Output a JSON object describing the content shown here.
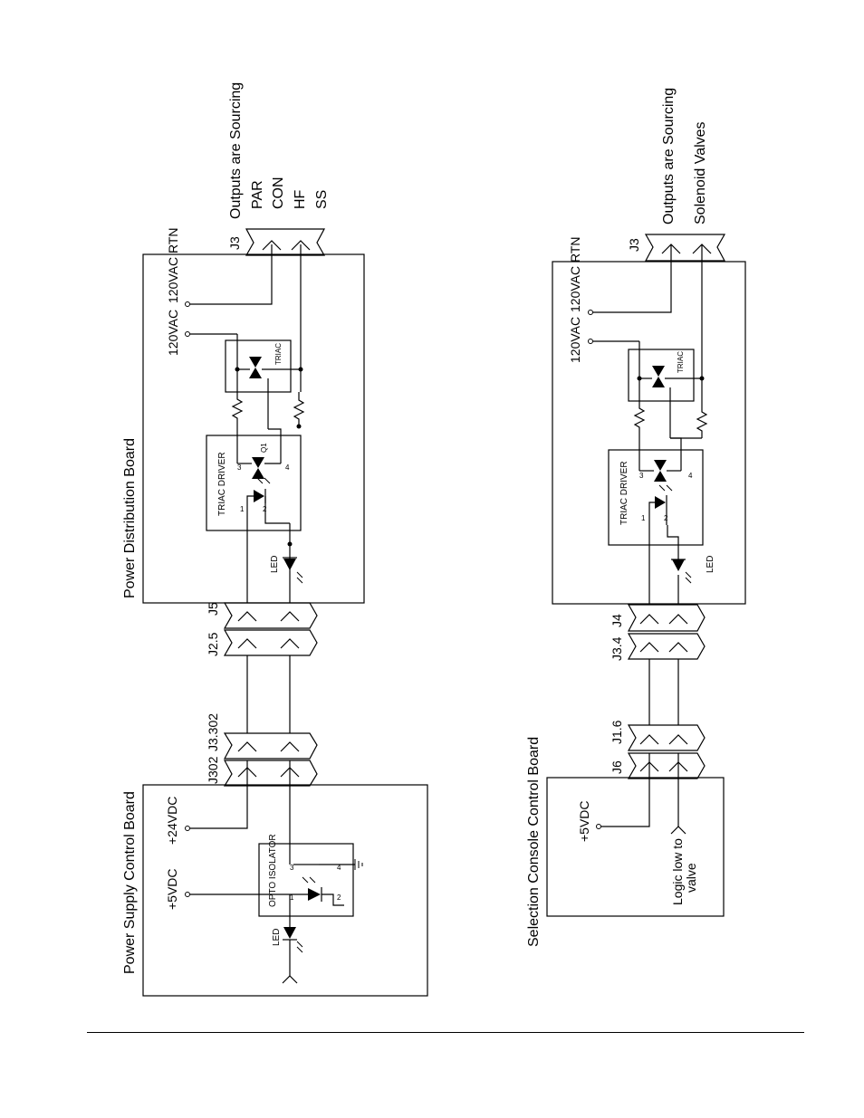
{
  "diagram": {
    "top_circuit": {
      "power_supply_board": "Power Supply Control Board",
      "power_distribution_board": "Power Distribution Board",
      "v5": "+5VDC",
      "v24": "+24VDC",
      "opto_isolator": "OPTO ISOLATOR",
      "led_left": "LED",
      "led_right": "LED",
      "triac_driver": "TRIAC DRIVER",
      "q1": "Q1",
      "triac": "TRIAC",
      "vac": "120VAC",
      "vac_rtn": "120VAC RTN",
      "connectors": {
        "j302": "J302",
        "j3_302": "J3.302",
        "j2_5": "J2.5",
        "j5": "J5",
        "j3": "J3"
      },
      "outputs_note": "Outputs are Sourcing",
      "outputs": [
        "PAR",
        "CON",
        "HF",
        "SS"
      ],
      "pins": {
        "p1": "1",
        "p2": "2",
        "p3": "3",
        "p4": "4"
      }
    },
    "bottom_circuit": {
      "selection_console_board": "Selection Console Control Board",
      "v5": "+5VDC",
      "logic_line1": "Logic low to",
      "logic_line2": "valve",
      "triac_driver": "TRIAC DRIVER",
      "triac": "TRIAC",
      "led": "LED",
      "vac": "120VAC",
      "vac_rtn": "120VAC RTN",
      "connectors": {
        "j6": "J6",
        "j1_6": "J1.6",
        "j3_4": "J3.4",
        "j4": "J4",
        "j3": "J3"
      },
      "outputs_note": "Outputs are Sourcing",
      "outputs_target": "Solenoid Valves",
      "pins": {
        "p1": "1",
        "p2": "2",
        "p3": "3",
        "p4": "4"
      }
    }
  }
}
